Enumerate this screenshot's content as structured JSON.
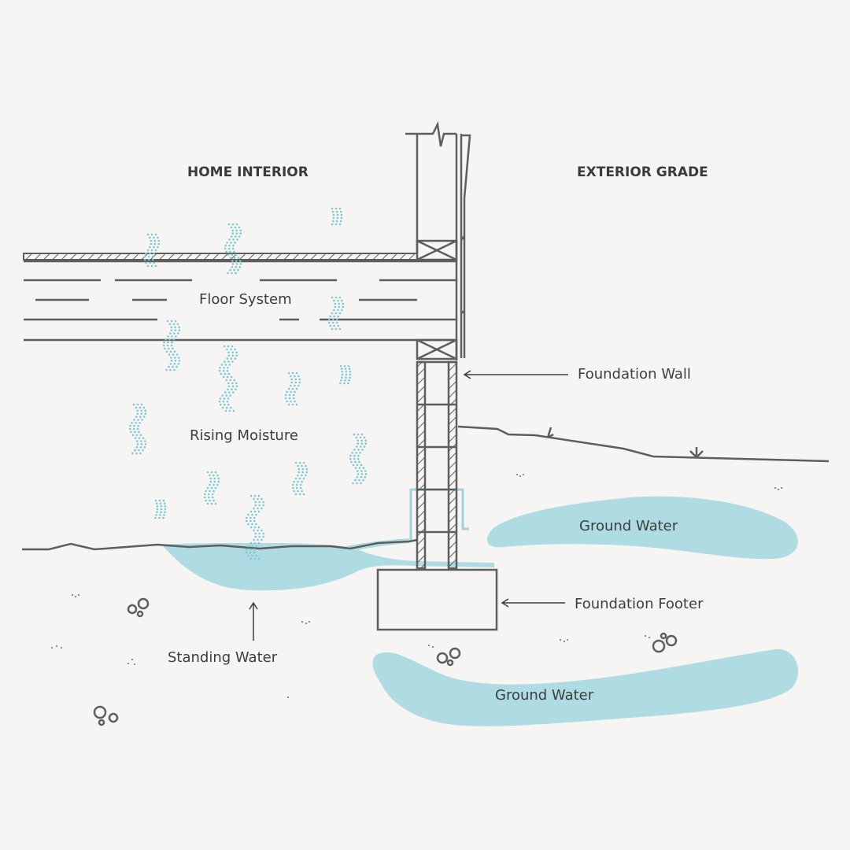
{
  "headings": {
    "interior": "HOME INTERIOR",
    "exterior": "EXTERIOR GRADE"
  },
  "labels": {
    "floor_system": "Floor System",
    "rising_moisture": "Rising Moisture",
    "foundation_wall": "Foundation Wall",
    "ground_water_upper": "Ground Water",
    "foundation_footer": "Foundation Footer",
    "standing_water": "Standing Water",
    "ground_water_lower": "Ground Water"
  },
  "colors": {
    "background": "#f6f5f3",
    "line": "#5e5e5e",
    "water": "#aedce2",
    "moisture": "#7ec8d2"
  }
}
